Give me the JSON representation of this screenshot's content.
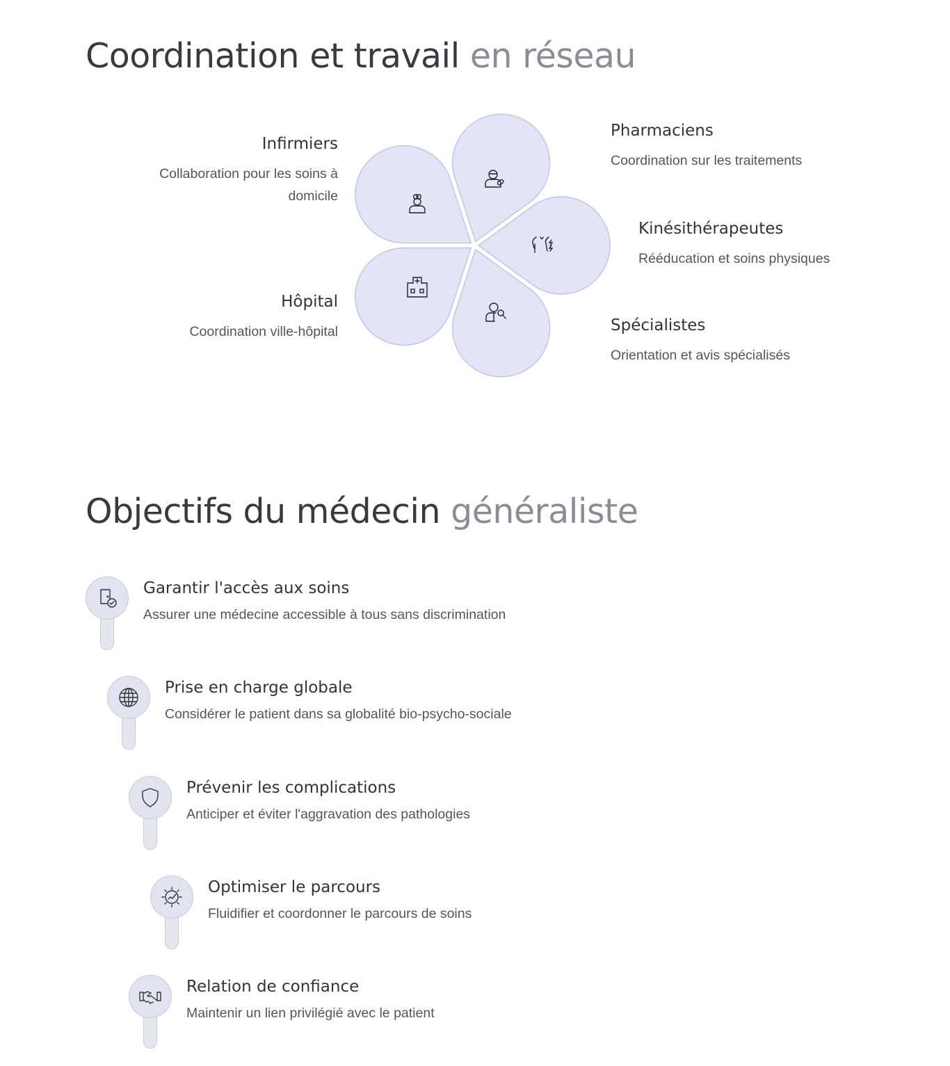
{
  "section1": {
    "title_dark": "Coordination et travail",
    "title_light": "en réseau",
    "nodes": [
      {
        "title": "Infirmiers",
        "desc_line1": "Collaboration pour les soins à",
        "desc_line2": "domicile",
        "icon": "nurse-icon"
      },
      {
        "title": "Pharmaciens",
        "desc": "Coordination sur les traitements",
        "icon": "pharmacist-icon"
      },
      {
        "title": "Kinésithérapeutes",
        "desc": "Rééducation et soins physiques",
        "icon": "back-pain-icon"
      },
      {
        "title": "Spécialistes",
        "desc": "Orientation et avis spécialisés",
        "icon": "specialist-icon"
      },
      {
        "title": "Hôpital",
        "desc": "Coordination ville-hôpital",
        "icon": "hospital-icon"
      }
    ],
    "petal_fill": "#e3e4f5",
    "petal_stroke": "#c3c5e6"
  },
  "section2": {
    "title_dark": "Objectifs du médecin",
    "title_light": "généraliste",
    "items": [
      {
        "title": "Garantir l'accès aux soins",
        "desc": "Assurer une médecine accessible à tous sans discrimination",
        "icon": "door-check-icon"
      },
      {
        "title": "Prise en charge globale",
        "desc": "Considérer le patient dans sa globalité bio-psycho-sociale",
        "icon": "globe-icon"
      },
      {
        "title": "Prévenir les complications",
        "desc": "Anticiper et éviter l'aggravation des pathologies",
        "icon": "shield-icon"
      },
      {
        "title": "Optimiser le parcours",
        "desc": "Fluidifier et coordonner le parcours de soins",
        "icon": "gear-chart-icon"
      },
      {
        "title": "Relation de confiance",
        "desc": "Maintenir un lien privilégié avec le patient",
        "icon": "handshake-icon"
      }
    ]
  }
}
